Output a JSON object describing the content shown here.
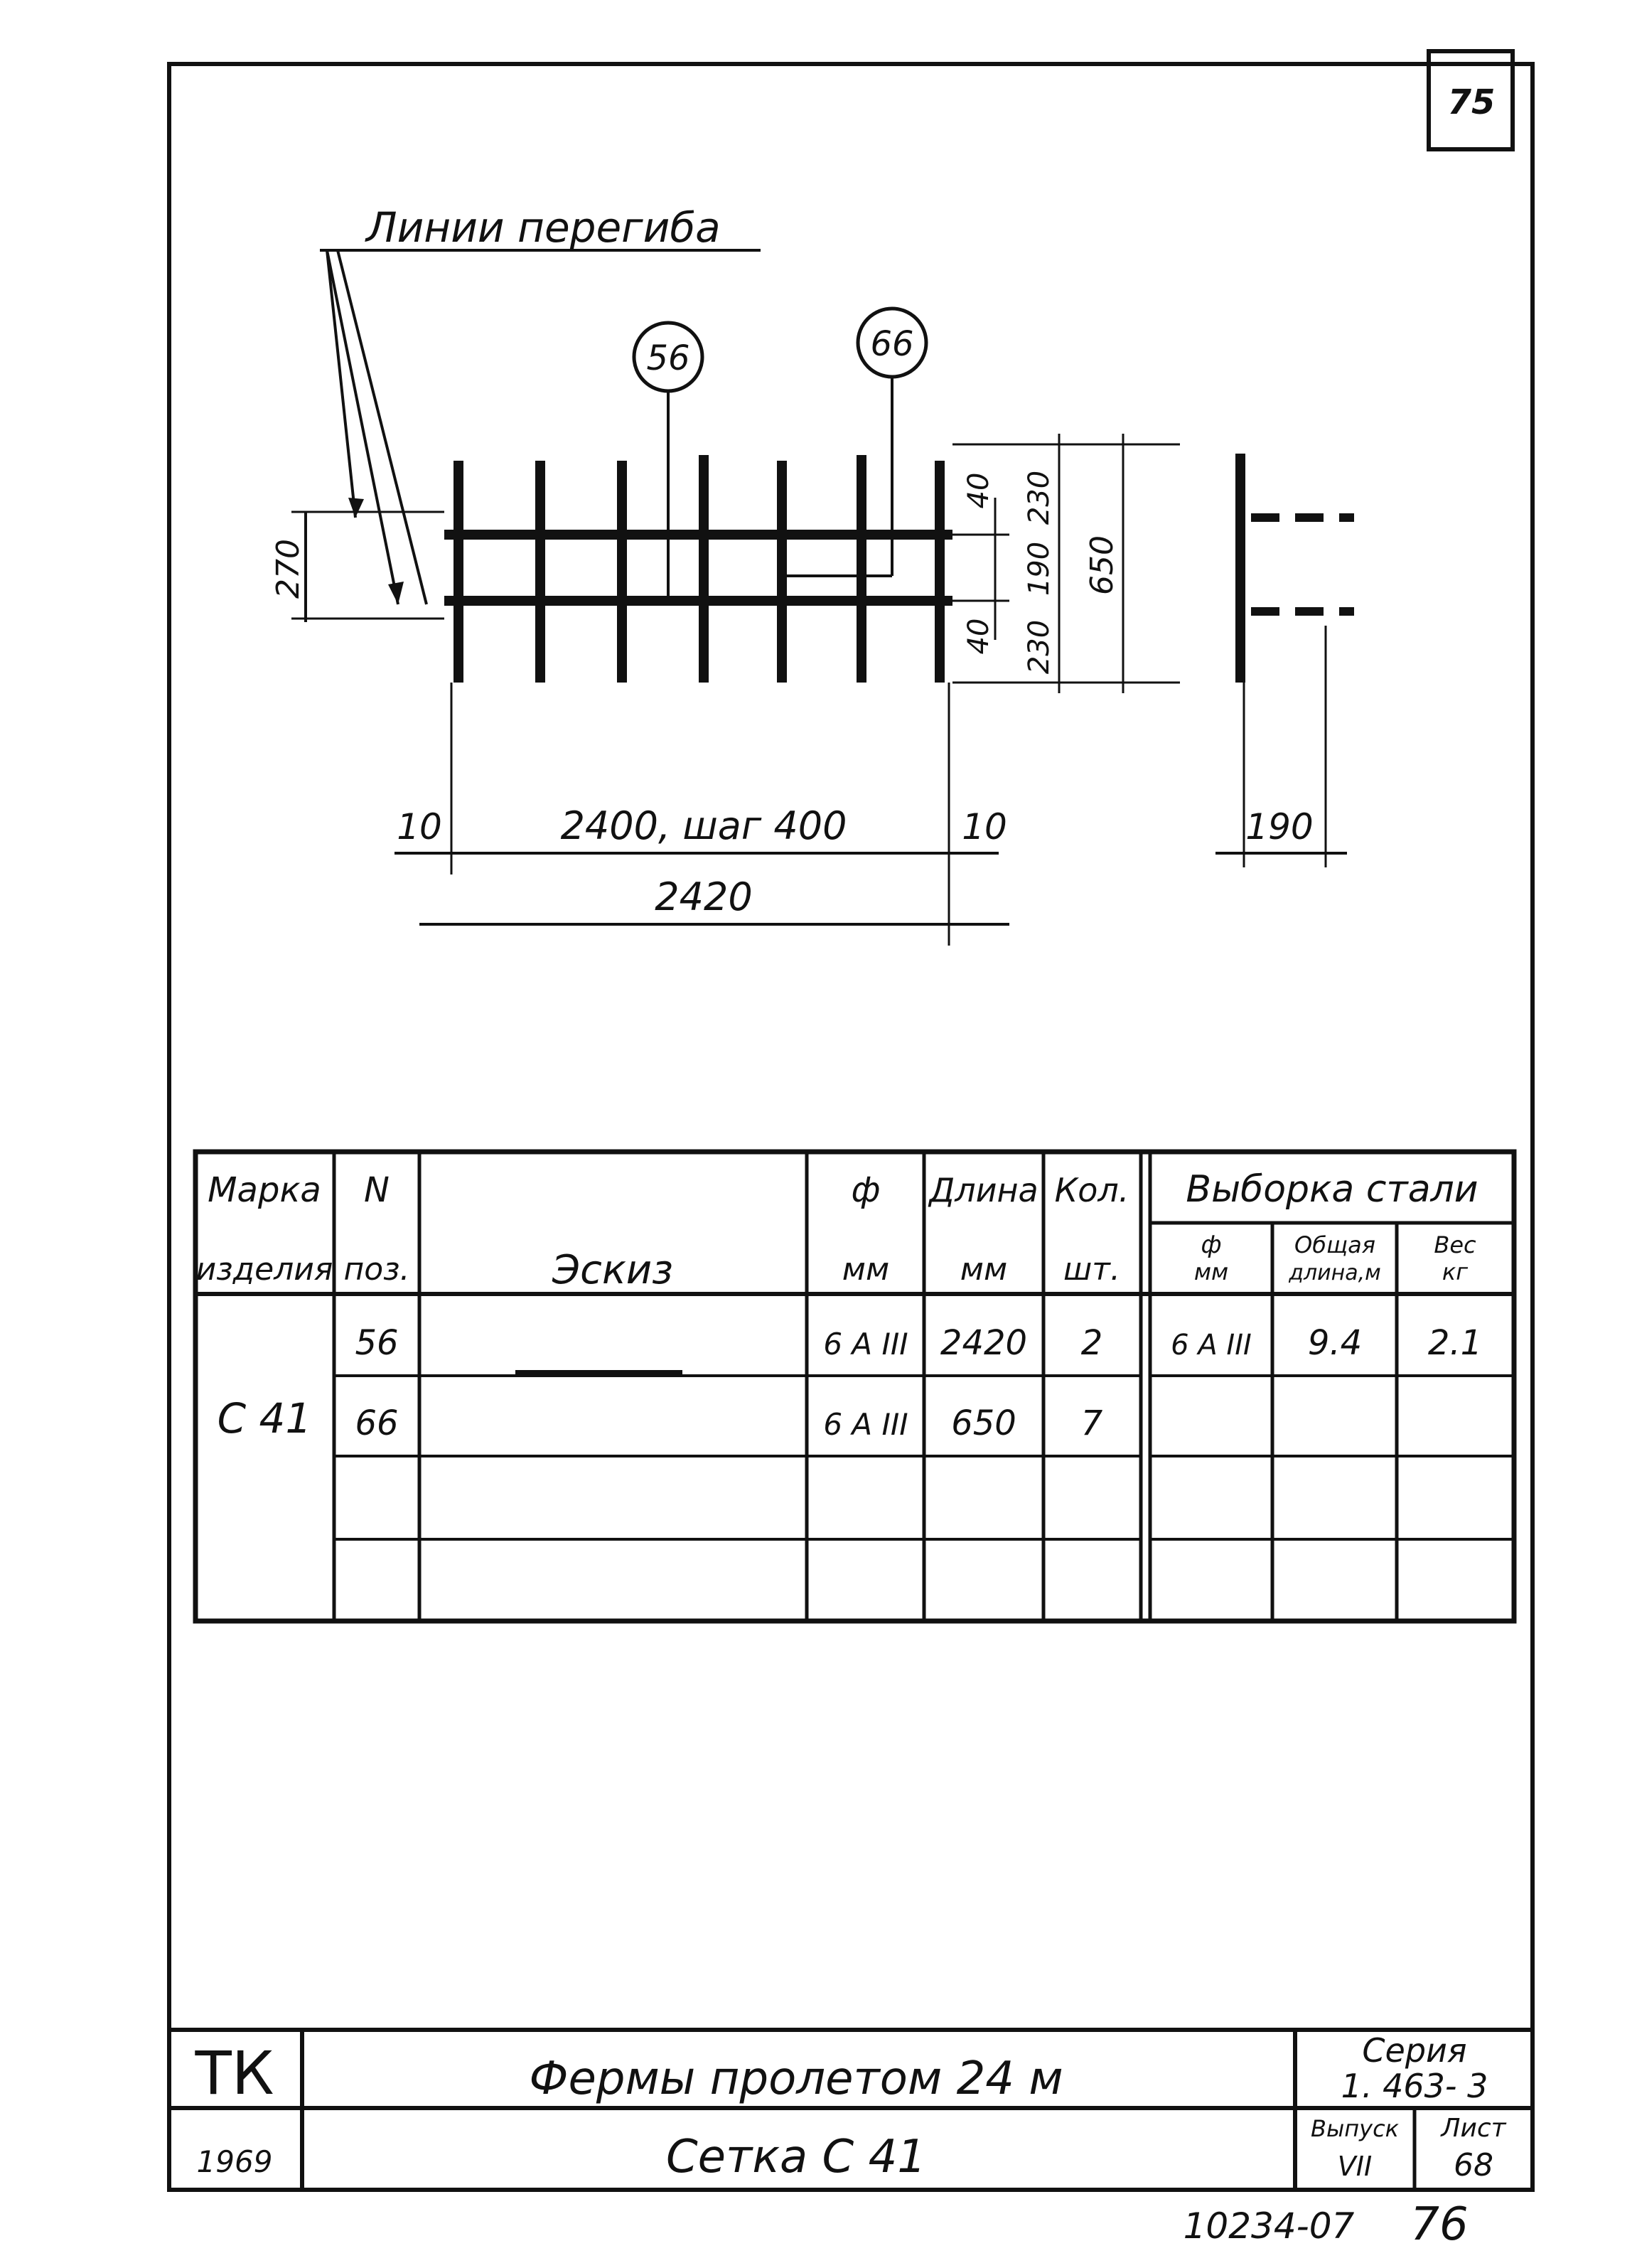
{
  "sheet_corner_number": "75",
  "drawing": {
    "bend_lines_label": "Линии перегиба",
    "position_callouts": [
      "56",
      "66"
    ],
    "dims": {
      "left_height": "270",
      "top_offset": "40",
      "bottom_offset": "40",
      "seg_top": "230",
      "seg_mid": "190",
      "seg_bottom": "230",
      "total_height": "650",
      "edge_left": "10",
      "span_step": "2400, шаг 400",
      "edge_right": "10",
      "total_length": "2420",
      "side_width": "190"
    }
  },
  "table": {
    "headers": {
      "mark_line1": "Марка",
      "mark_line2": "изделия",
      "pos_line1": "N",
      "pos_line2": "поз.",
      "sketch": "Эскиз",
      "dia_line1": "ф",
      "dia_line2": "мм",
      "length_line1": "Длина",
      "length_line2": "мм",
      "qty_line1": "Кол.",
      "qty_line2": "шт.",
      "steel": "Выборка стали",
      "steel_dia_line1": "ф",
      "steel_dia_line2": "мм",
      "steel_len_line1": "Общая",
      "steel_len_line2": "длина,м",
      "steel_wt_line1": "Вес",
      "steel_wt_line2": "кг"
    },
    "mark": "С 41",
    "rows": [
      {
        "pos": "56",
        "dia": "6 А III",
        "length": "2420",
        "qty": "2"
      },
      {
        "pos": "66",
        "dia": "6 А III",
        "length": "650",
        "qty": "7"
      }
    ],
    "steel": {
      "dia": "6 А III",
      "total_length": "9.4",
      "weight": "2.1"
    }
  },
  "titleblock": {
    "org": "ТК",
    "year": "1969",
    "title": "Фермы пролетом 24 м",
    "subtitle": "Сетка С 41",
    "series_label": "Серия",
    "series_value": "1. 463- 3",
    "issue_label": "Выпуск",
    "issue_value": "VII",
    "sheet_label": "Лист",
    "sheet_value": "68"
  },
  "footer": {
    "doc_number": "10234-07",
    "page_number": "76"
  }
}
